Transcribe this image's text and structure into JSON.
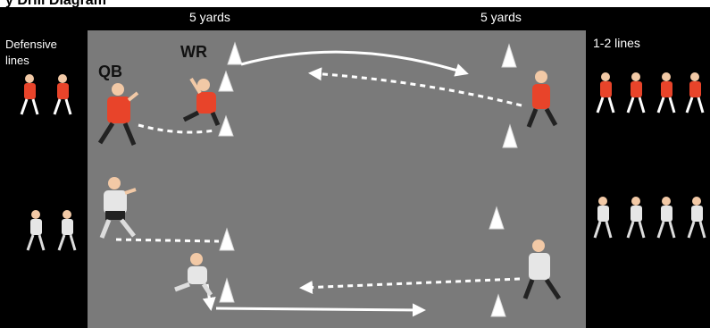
{
  "title_fragment": "y Drill Diagram",
  "labels": {
    "yards_left": "5 yards",
    "yards_right": "5 yards",
    "left_line_1": "Defensive",
    "left_line_2": "lines",
    "right_line": "1-2 lines",
    "qb": "QB",
    "wr": "WR"
  },
  "colors": {
    "field": "#7a7a7a",
    "sidebar": "#000000",
    "red_team": "#e8442a",
    "white_team": "#e6e6e6",
    "cone": "#ffffff",
    "arrow": "#ffffff"
  }
}
